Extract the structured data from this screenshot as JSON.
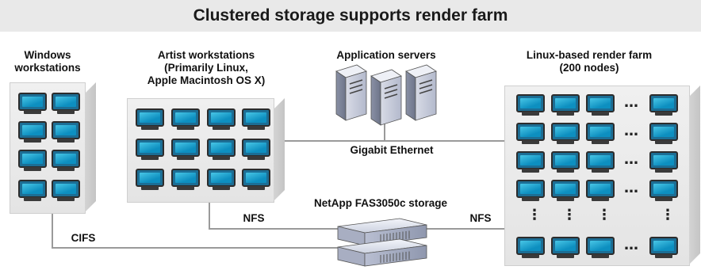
{
  "title": "Clustered storage supports render farm",
  "nodes": {
    "windows": "Windows\nworkstations",
    "artist": "Artist workstations\n(Primarily Linux,\nApple Macintosh OS X)",
    "app_servers": "Application servers",
    "render_farm": "Linux-based render farm\n(200 nodes)",
    "storage": "NetApp FAS3050c storage"
  },
  "connections": {
    "ethernet": "Gigabit Ethernet",
    "nfs_left": "NFS",
    "nfs_right": "NFS",
    "cifs": "CIFS"
  },
  "icons": {
    "monitor": "monitor-icon",
    "server": "server-tower-icon",
    "storage": "storage-array-icon",
    "ellipsis": "…",
    "vellipsis": "⋮"
  },
  "colors": {
    "screen": "#1c8fc0",
    "line": "#9a9a9a",
    "title_bg": "#e9e9e9"
  }
}
